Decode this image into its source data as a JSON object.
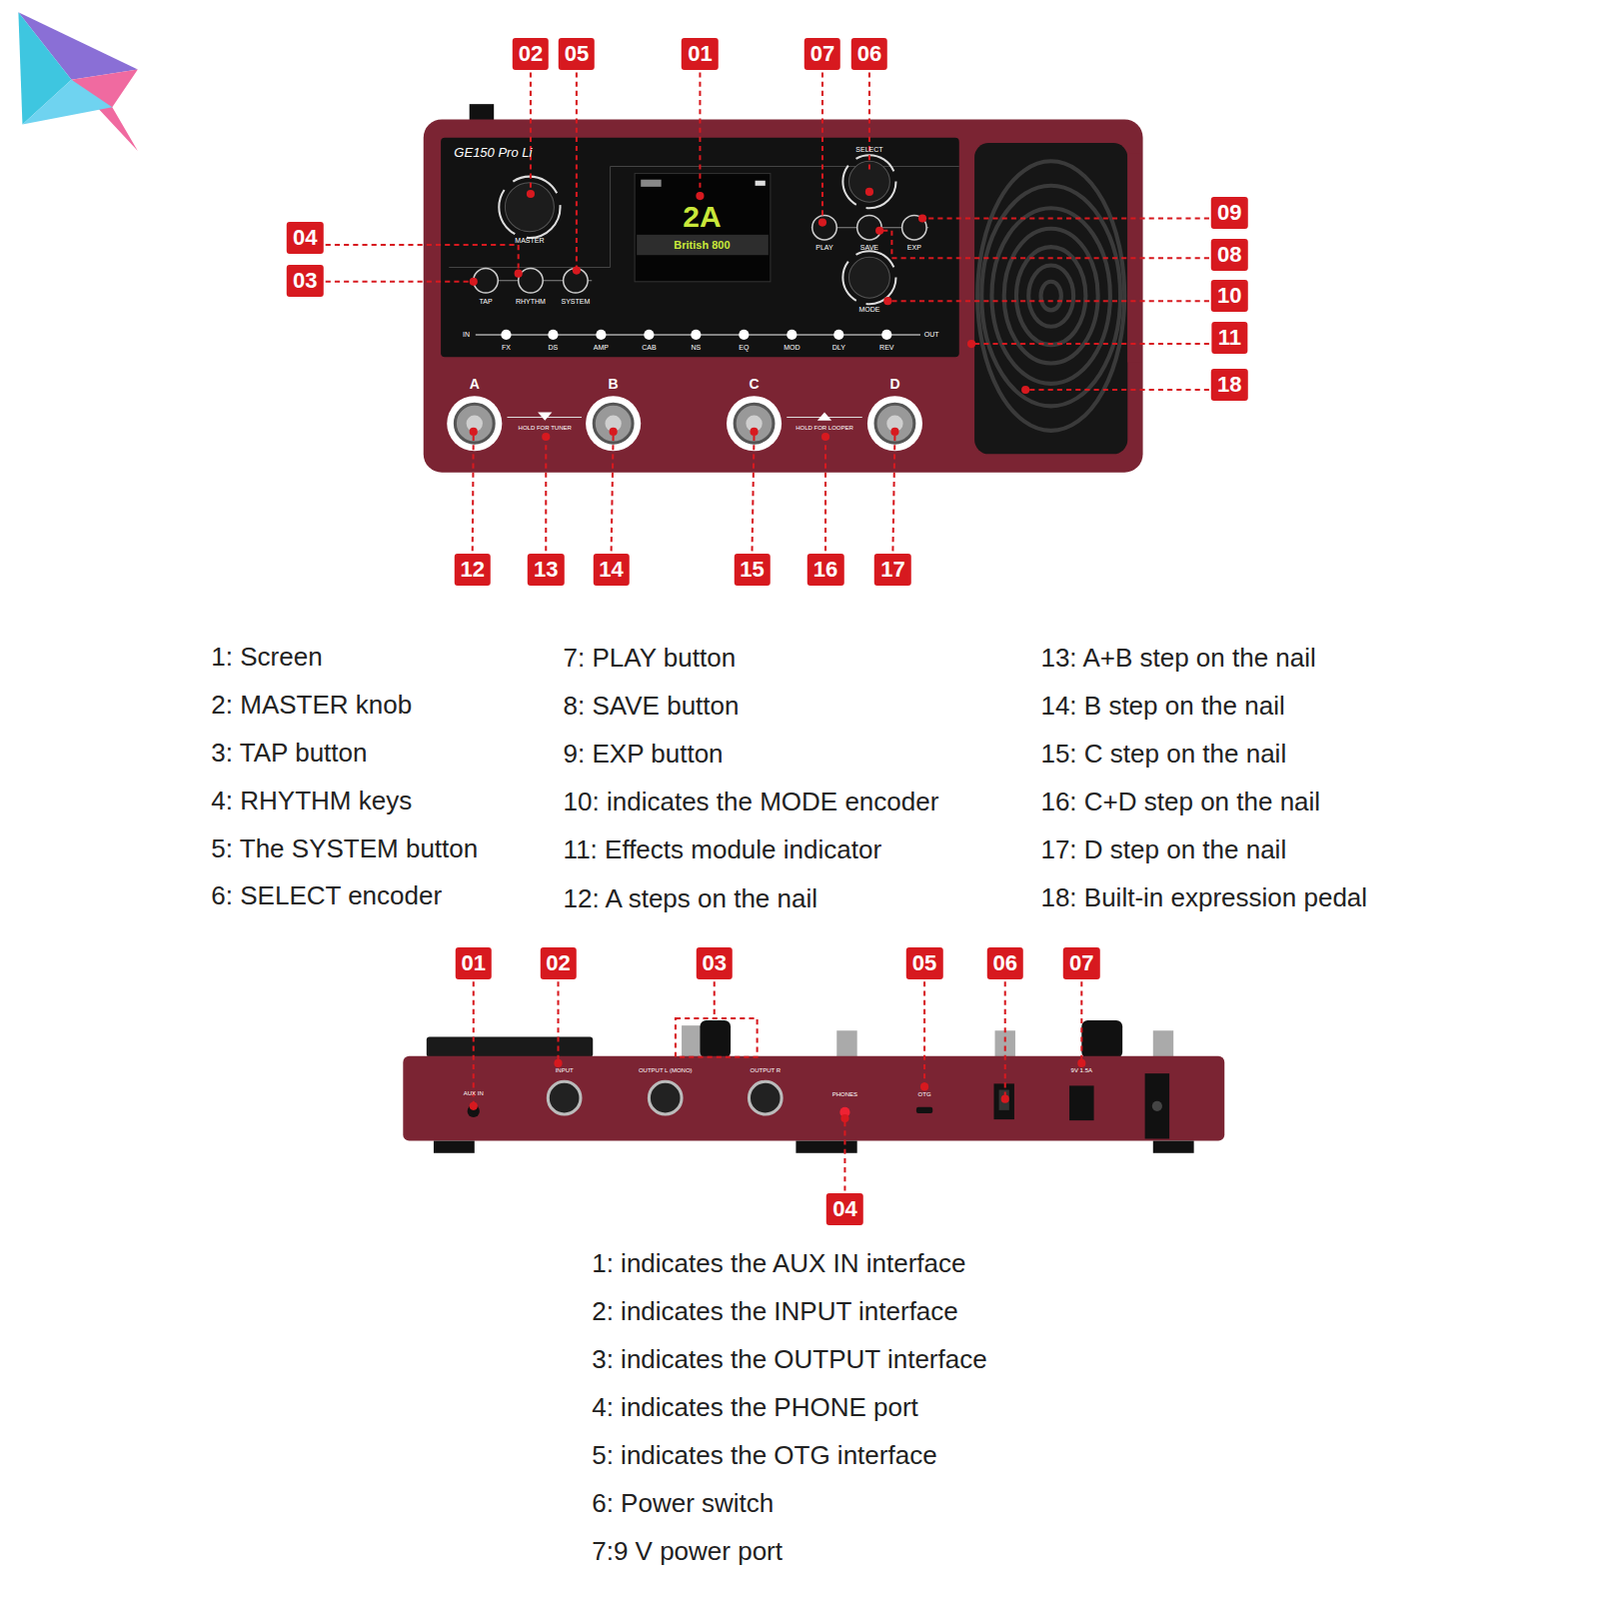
{
  "diagram": {
    "labels": [
      "02",
      "05",
      "01",
      "07",
      "06",
      "04",
      "03",
      "09",
      "08",
      "10",
      "11",
      "18",
      "12",
      "13",
      "14",
      "15",
      "16",
      "17",
      "1: Screen",
      "2: MASTER knob",
      "3: TAP button",
      "4: RHYTHM keys",
      "5: The SYSTEM button",
      "6: SELECT encoder",
      "7: PLAY button",
      "8: SAVE button",
      "9: EXP button",
      "10: indicates the MODE encoder",
      "11: Effects module indicator",
      "12: A steps on the nail",
      "13: A+B step on the nail",
      "14: B step on the nail",
      "15: C step on the nail",
      "16: C+D step on the nail",
      "17: D step on the nail",
      "18: Built-in expression pedal",
      "01",
      "02",
      "03",
      "05",
      "06",
      "07",
      "04",
      "1: indicates the AUX IN interface",
      "2: indicates the INPUT interface",
      "3: indicates the OUTPUT interface",
      "4: indicates the PHONE port",
      "5: indicates the OTG interface",
      "6: Power switch",
      "7:9 V power port",
      "GE150 Pro Li",
      "MASTER",
      "SELECT",
      "2A",
      "British 800",
      "TAP",
      "RHYTHM",
      "SYSTEM",
      "PLAY",
      "SAVE",
      "EXP",
      "MODE",
      "IN",
      "FX",
      "DS",
      "AMP",
      "CAB",
      "NS",
      "EQ",
      "MOD",
      "DLY",
      "REV",
      "OUT",
      "A",
      "B",
      "C",
      "D",
      "HOLD FOR TUNER",
      "HOLD FOR LOOPER",
      "AUX IN",
      "INPUT",
      "OUTPUT L (MONO)",
      "OUTPUT R",
      "PHONES",
      "OTG",
      "9V 1.5A"
    ]
  }
}
